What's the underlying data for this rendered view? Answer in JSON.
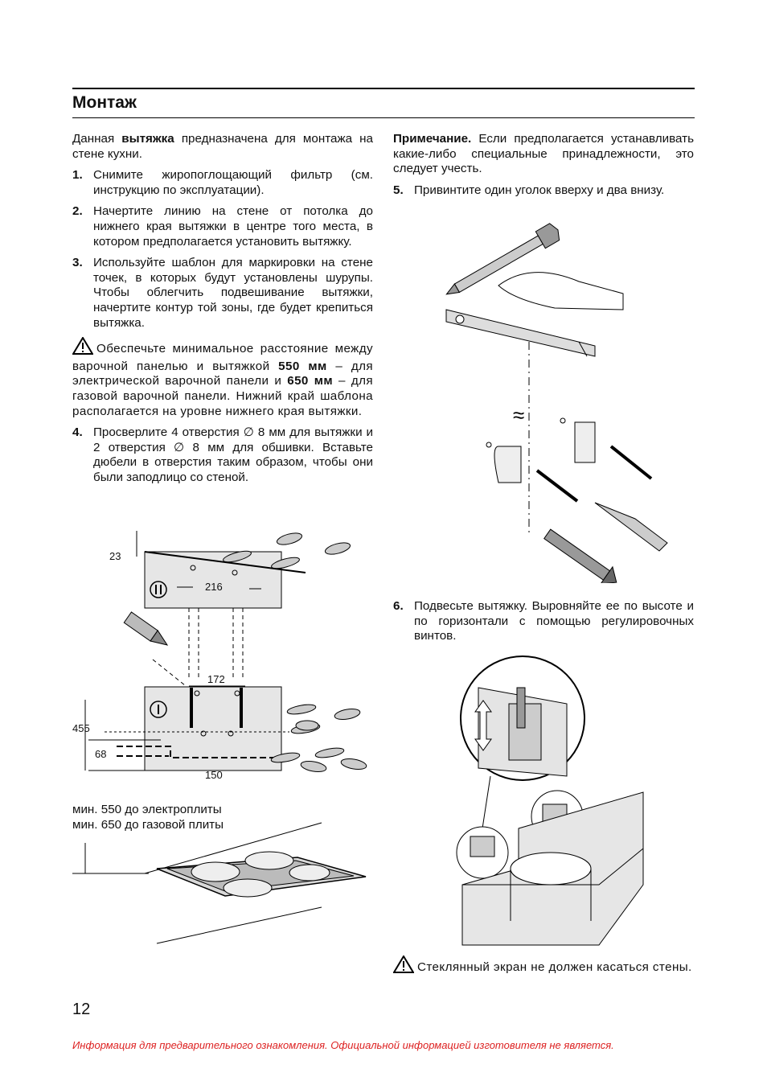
{
  "header": {
    "title": "Монтаж"
  },
  "left": {
    "intro_a": "Данная ",
    "intro_b": "вытяжка",
    "intro_c": " предназначена для монтажа на стене кухни.",
    "steps": [
      {
        "num": "1.",
        "text": "Снимите жиропоглощающий фильтр (см. инструкцию по эксплуатации)."
      },
      {
        "num": "2.",
        "text": "Начертите линию на стене от потолка до нижнего края вытяжки в центре того места, в котором предполагается установить вытяжку."
      },
      {
        "num": "3.",
        "text": "Используйте шаблон для маркировки на стене точек, в которых будут установлены шурупы. Чтобы облегчить подвешивание вытяжки, начертите контур той зоны, где будет крепиться вытяжка."
      }
    ],
    "warning": {
      "a": "Обеспечьте минимальное расстояние между варочной панелью и вытяжкой ",
      "b": "550 мм",
      "c": " – для электрической варочной панели и ",
      "d": "650 мм",
      "e": " – для газовой варочной панели. Нижний край шаблона располагается на уровне нижнего края вытяжки."
    },
    "step4": {
      "num": "4.",
      "text": "Просверлите 4 отверстия ∅ 8 мм для вытяжки и 2 отверстия ∅ 8 мм для обшивки. Вставьте дюбели в отверстия таким образом, чтобы они были заподлицо со стеной."
    }
  },
  "figure1": {
    "dims": {
      "d23": "23",
      "d216": "216",
      "d172": "172",
      "d455": "455",
      "d68": "68",
      "d150": "150"
    },
    "caption1": "мин. 550 до электроплиты",
    "caption2": "мин. 650 до газовой плиты"
  },
  "right": {
    "note_label": "Примечание.",
    "note_text": " Если предполагается устанавливать какие-либо специальные принадлежности, это следует учесть.",
    "step5": {
      "num": "5.",
      "text": "Привинтите один уголок вверху и два внизу."
    },
    "step6": {
      "num": "6.",
      "text": "Подвесьте вытяжку. Выровняйте ее по высоте и по горизонтали с помощью регулировочных винтов."
    },
    "warning2": "Стеклянный экран не должен касаться стены."
  },
  "page_number": "12",
  "footer": "Информация для предварительного ознакомления. Официальной информацией изготовителя не является."
}
